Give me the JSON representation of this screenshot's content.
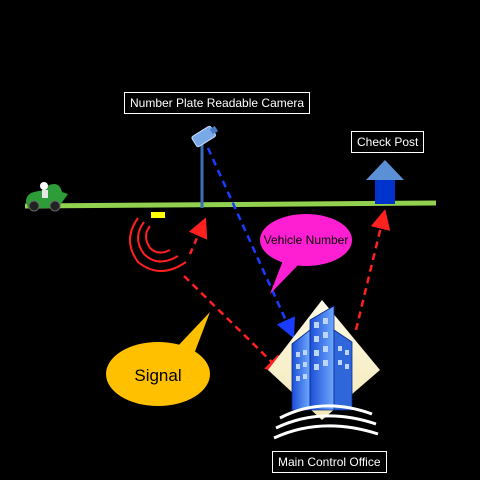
{
  "labels": {
    "camera": "Number Plate Readable Camera",
    "check_post": "Check Post",
    "vehicle_number": "Vehicle Number",
    "signal": "Signal",
    "main_control_office": "Main Control Office"
  },
  "colors": {
    "background": "#000000",
    "road": "#92d050",
    "signal_arrow": "#ff2020",
    "camera_arrow": "#1a3cff",
    "check_post": "#5b8fd6",
    "vehicle_bubble": "#ff1fd2",
    "signal_bubble": "#ffc000",
    "sensor": "#ffff00"
  }
}
